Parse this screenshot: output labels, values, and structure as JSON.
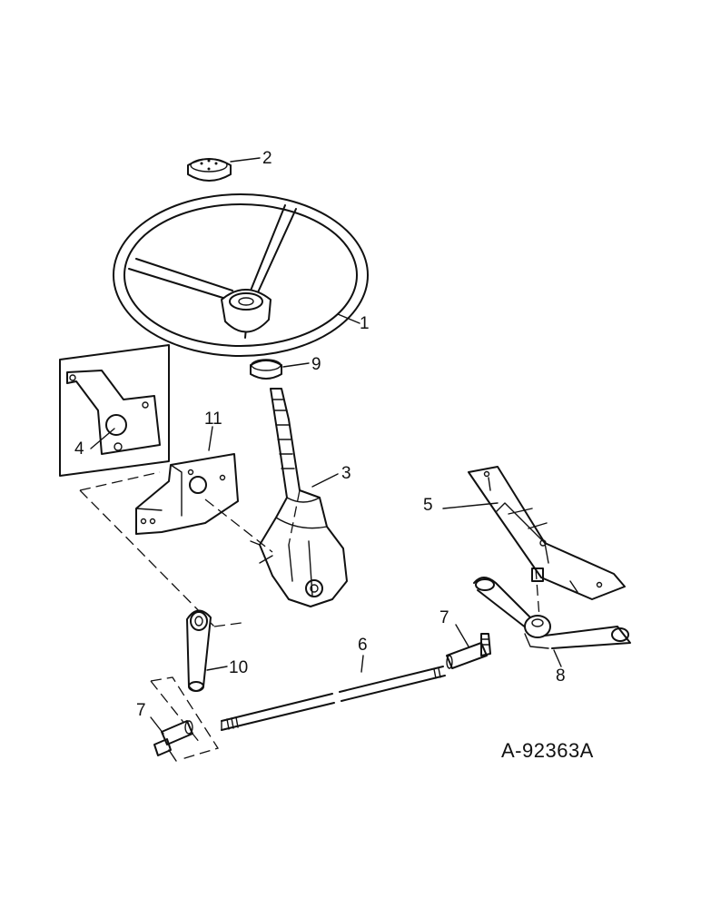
{
  "drawing_number": "A-92363A",
  "callouts": {
    "steering_wheel": "1",
    "wheel_cap": "2",
    "steering_gear": "3",
    "bracket_inset": "4",
    "axle_support": "5",
    "drag_link_rod": "6",
    "tube_end_upper": "7",
    "tube_end_lower": "7",
    "bellcrank": "8",
    "grommet": "9",
    "pitman_arm": "10",
    "mounting_bracket": "11"
  }
}
